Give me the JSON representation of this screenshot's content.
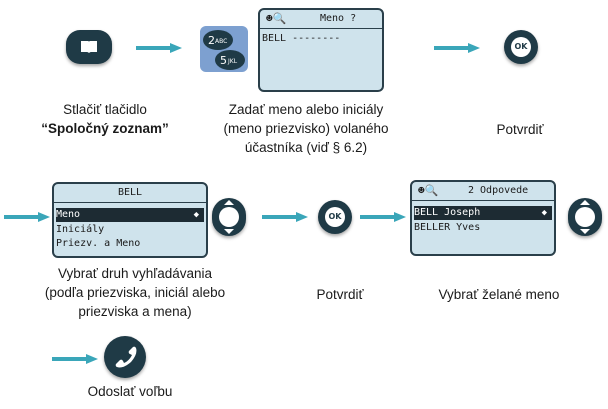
{
  "step1": {
    "caption_line1": "Stlačiť tlačidlo",
    "caption_bold": "“Spoločný zoznam”",
    "icon": "book-icon"
  },
  "step2": {
    "screen_title": "Meno ?",
    "screen_line": "BELL --------",
    "caption": [
      "Zadať meno alebo iniciály",
      "(meno priezvisko) volaného",
      "účastníka (viď § 6.2)"
    ],
    "icon": "keypad-keys-icon"
  },
  "step3": {
    "caption": "Potvrdiť",
    "ok_label": "OK"
  },
  "step4": {
    "screen_title": "BELL",
    "lines": [
      "Meno",
      "Iniciály",
      "Priezv. a Meno"
    ],
    "caption": [
      "Vybrať druh vyhľadávania",
      "(podľa priezviska, iniciál alebo",
      "priezviska a mena)"
    ]
  },
  "step5": {
    "caption": "Potvrdiť",
    "ok_label": "OK"
  },
  "step6": {
    "screen_title": "2 Odpovede",
    "lines": [
      "BELL Joseph",
      "BELLER Yves"
    ],
    "caption": "Vybrať želané meno"
  },
  "step7": {
    "caption": "Odoslať voľbu",
    "icon": "handset-icon"
  },
  "colors": {
    "arrow": "#3aa6b9",
    "lcd": "#cfe3ec",
    "button": "#1f3a46"
  }
}
